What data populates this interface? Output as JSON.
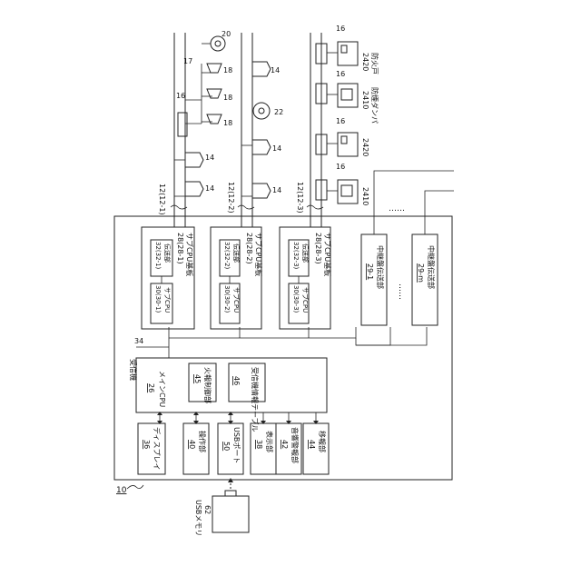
{
  "figure": {
    "ref_10": "10",
    "receiver_label": "受信機",
    "ref_34": "34",
    "usb_memory": "USBメモリ",
    "ref_62": "62"
  },
  "main_cpu": {
    "label": "メインCPU",
    "ref": "26"
  },
  "main_cpu_subs": [
    {
      "label": "火報制御部",
      "ref": "45"
    },
    {
      "label": "受信機情報テーブル",
      "ref": "46"
    }
  ],
  "peripherals": [
    {
      "label": "ディスプレイ",
      "ref": "36"
    },
    {
      "label": "操作部",
      "ref": "40"
    },
    {
      "label": "USBポート",
      "ref": "50"
    },
    {
      "label": "表示部",
      "ref": "38"
    },
    {
      "label": "音響警報部",
      "ref": "42"
    },
    {
      "label": "移報部",
      "ref": "44"
    }
  ],
  "sub_boards": [
    {
      "board": "サブCPU基板",
      "board_ref": "28(28-1)",
      "cpu": "サブCPU",
      "cpu_ref": "30(30-1)",
      "tx": "伝送部",
      "tx_ref": "32(32-1)",
      "line_ref": "12(12-1)"
    },
    {
      "board": "サブCPU基板",
      "board_ref": "28(28-2)",
      "cpu": "サブCPU",
      "cpu_ref": "30(30-2)",
      "tx": "伝送部",
      "tx_ref": "32(32-2)",
      "line_ref": "12(12-2)"
    },
    {
      "board": "サブCPU基板",
      "board_ref": "28(28-3)",
      "cpu": "サブCPU",
      "cpu_ref": "30(30-3)",
      "tx": "伝送部",
      "tx_ref": "32(32-3)",
      "line_ref": "12(12-3)"
    }
  ],
  "relay_units": [
    {
      "label": "中継盤伝送部",
      "ref": "29-1"
    },
    {
      "label": "中継盤伝送部",
      "ref": "29-m"
    }
  ],
  "field_refs": {
    "r14": "14",
    "r16": "16",
    "r17": "17",
    "r18": "18",
    "r20": "20",
    "r22": "22",
    "r2410": "2410",
    "r2420": "2420"
  },
  "field_labels": {
    "damper": "防煙ダンパ",
    "firedoor": "防火戸"
  },
  "ellipsis": "……"
}
